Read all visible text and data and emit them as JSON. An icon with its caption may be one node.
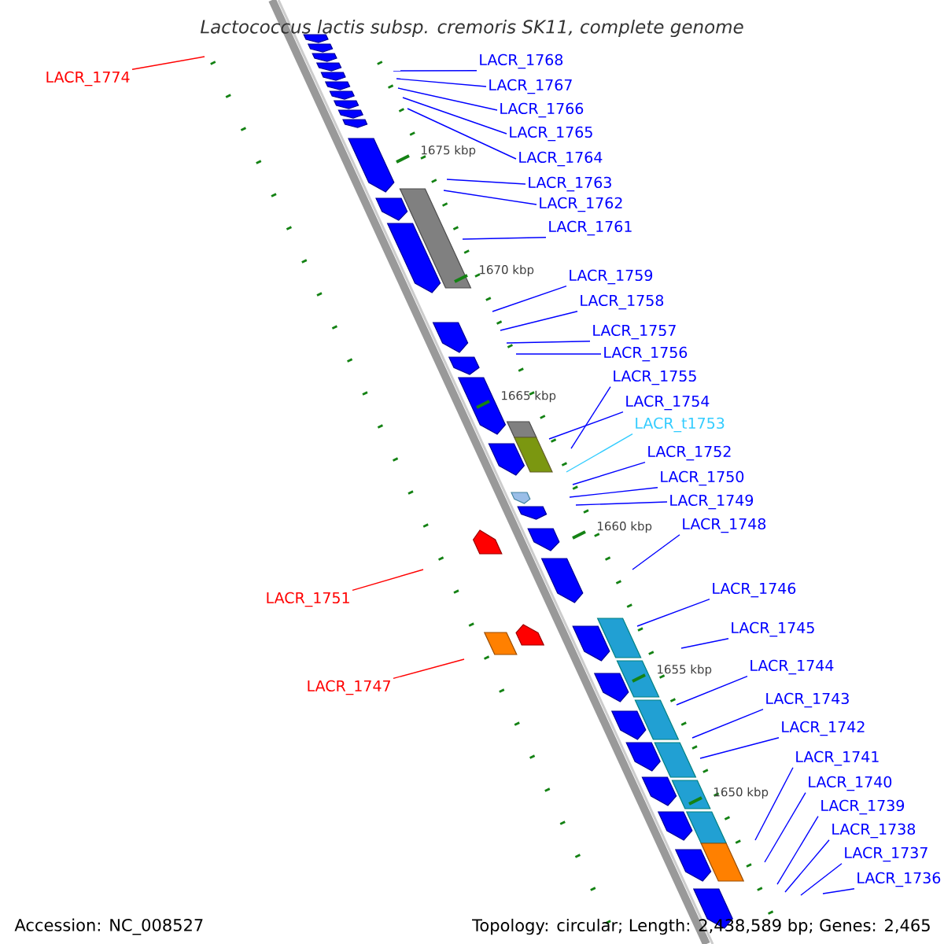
{
  "diagram": {
    "title": "Lactococcus lactis subsp. cremoris SK11, complete genome",
    "nodes": [
      {
        "text": [
          "LACR_1768"
        ]
      },
      {
        "text": [
          "LACR_1774"
        ]
      },
      {
        "text": [
          "LACR_1767"
        ]
      },
      {
        "text": [
          "LACR_1766"
        ]
      },
      {
        "text": [
          "LACR_1765"
        ]
      },
      {
        "text": [
          "LACR_1764"
        ]
      },
      {
        "text": [
          "LACR_1763"
        ]
      },
      {
        "text": [
          "LACR_1762"
        ]
      },
      {
        "text": [
          "LACR_1761"
        ]
      },
      {
        "text": [
          "LACR_1759"
        ]
      },
      {
        "text": [
          "LACR_1758"
        ]
      },
      {
        "text": [
          "LACR_1757"
        ]
      },
      {
        "text": [
          "LACR_1756"
        ]
      },
      {
        "text": [
          "LACR_1755"
        ]
      },
      {
        "text": [
          "LACR_1754"
        ]
      },
      {
        "text": [
          "LACR_t1753"
        ]
      },
      {
        "text": [
          "LACR_1752"
        ]
      },
      {
        "text": [
          "LACR_1750"
        ]
      },
      {
        "text": [
          "LACR_1749"
        ]
      },
      {
        "text": [
          "LACR_1748"
        ]
      },
      {
        "text": [
          "LACR_1746"
        ]
      },
      {
        "text": [
          "LACR_1751"
        ]
      },
      {
        "text": [
          "LACR_1745"
        ]
      },
      {
        "text": [
          "LACR_1744"
        ]
      },
      {
        "text": [
          "LACR_1747"
        ]
      },
      {
        "text": [
          "LACR_1743"
        ]
      },
      {
        "text": [
          "LACR_1742"
        ]
      },
      {
        "text": [
          "LACR_1741"
        ]
      },
      {
        "text": [
          "LACR_1740"
        ]
      },
      {
        "text": [
          "LACR_1739"
        ]
      },
      {
        "text": [
          "LACR_1738"
        ]
      },
      {
        "text": [
          "LACR_1737"
        ]
      },
      {
        "text": [
          "LACR_1736"
        ]
      }
    ],
    "edges": [
      {
        "from": 0,
        "to": null,
        "arrow": "none"
      },
      {
        "from": 1,
        "to": null,
        "arrow": "none",
        "color": "#ff0000"
      },
      {
        "from": 2,
        "to": null,
        "arrow": "none"
      },
      {
        "from": 3,
        "to": null,
        "arrow": "none"
      },
      {
        "from": 4,
        "to": null,
        "arrow": "none"
      },
      {
        "from": 5,
        "to": null,
        "arrow": "none"
      },
      {
        "from": 6,
        "to": null,
        "arrow": "none"
      },
      {
        "from": 7,
        "to": null,
        "arrow": "none"
      },
      {
        "from": 8,
        "to": null,
        "arrow": "none"
      },
      {
        "from": 9,
        "to": null,
        "arrow": "none"
      },
      {
        "from": 10,
        "to": null,
        "arrow": "none"
      },
      {
        "from": 11,
        "to": null,
        "arrow": "none"
      },
      {
        "from": 12,
        "to": null,
        "arrow": "none"
      },
      {
        "from": 13,
        "to": null,
        "arrow": "none"
      },
      {
        "from": 14,
        "to": null,
        "arrow": "none"
      },
      {
        "from": 15,
        "to": null,
        "arrow": "none",
        "color": "#33ccff"
      },
      {
        "from": 16,
        "to": null,
        "arrow": "none"
      },
      {
        "from": 17,
        "to": null,
        "arrow": "none"
      },
      {
        "from": 18,
        "to": null,
        "arrow": "none"
      },
      {
        "from": 19,
        "to": null,
        "arrow": "none"
      },
      {
        "from": 20,
        "to": null,
        "arrow": "none"
      },
      {
        "from": 21,
        "to": null,
        "arrow": "none",
        "color": "#ff0000"
      },
      {
        "from": 22,
        "to": null,
        "arrow": "none"
      },
      {
        "from": 23,
        "to": null,
        "arrow": "none"
      },
      {
        "from": 24,
        "to": null,
        "arrow": "none",
        "color": "#ff0000"
      },
      {
        "from": 25,
        "to": null,
        "arrow": "none"
      },
      {
        "from": 26,
        "to": null,
        "arrow": "none"
      },
      {
        "from": 27,
        "to": null,
        "arrow": "none"
      },
      {
        "from": 28,
        "to": null,
        "arrow": "none"
      },
      {
        "from": 29,
        "to": null,
        "arrow": "none"
      },
      {
        "from": 30,
        "to": null,
        "arrow": "none"
      },
      {
        "from": 31,
        "to": null,
        "arrow": "none"
      },
      {
        "from": 32,
        "to": null,
        "arrow": "none"
      }
    ],
    "labels": [
      "1675 kbp",
      "1670 kbp",
      "1665 kbp",
      "1660 kbp",
      "1655 kbp",
      "1650 kbp",
      "Accession: NC_008527",
      "Topology: circular; Length: 2,438,589 bp; Genes: 2,465"
    ]
  }
}
